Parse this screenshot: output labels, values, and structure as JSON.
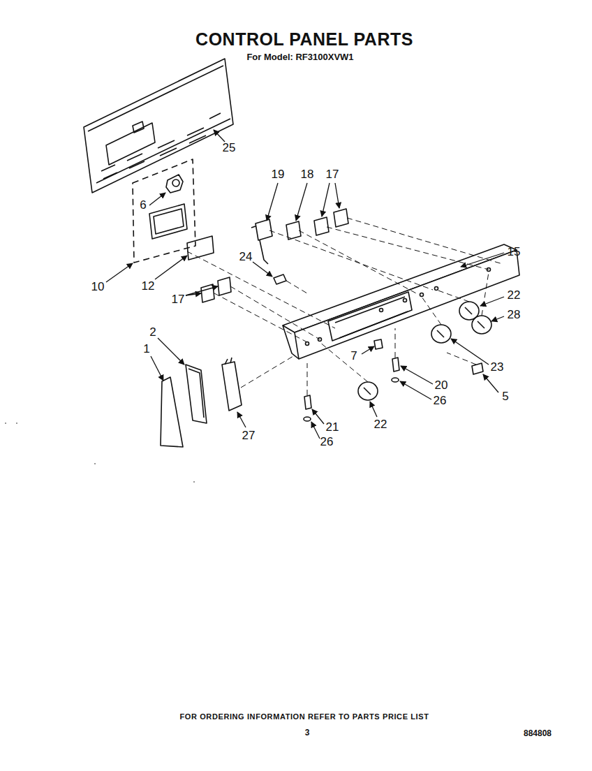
{
  "diagram": {
    "title": "CONTROL PANEL PARTS",
    "labels": [
      "For Model: RF3100XVW1",
      "25",
      "19",
      "18",
      "17",
      "6",
      "15",
      "24",
      "10",
      "12",
      "17",
      "22",
      "28",
      "2",
      "1",
      "7",
      "23",
      "20",
      "5",
      "26",
      "22",
      "27",
      "21",
      "26",
      "FOR ORDERING INFORMATION REFER TO PARTS PRICE LIST",
      "3",
      "884808"
    ]
  }
}
